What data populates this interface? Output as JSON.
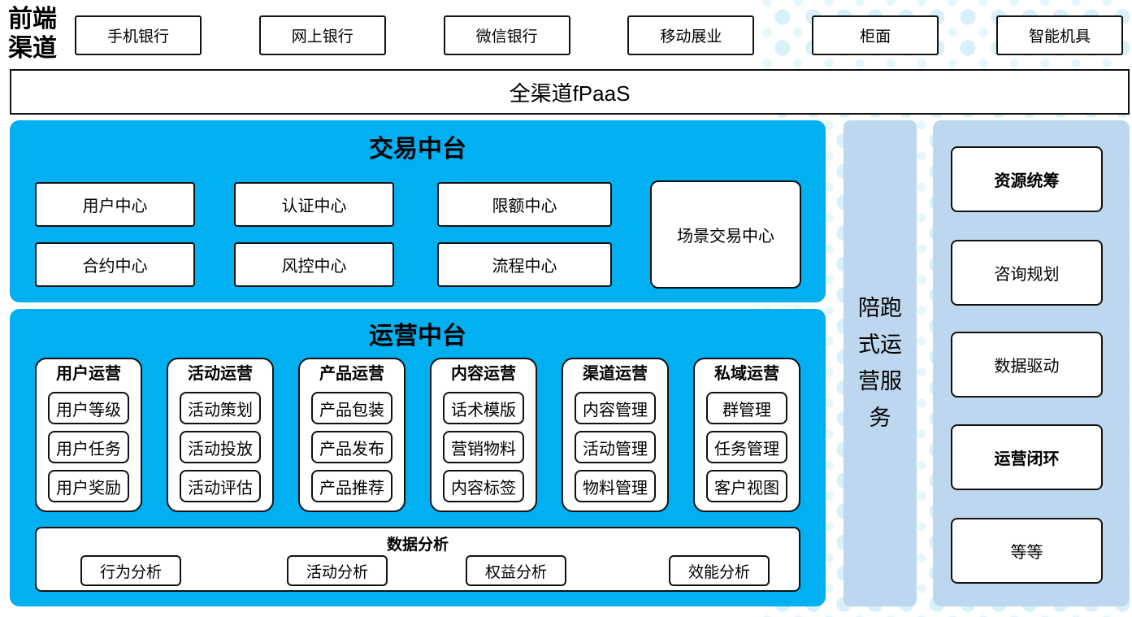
{
  "palette": {
    "accent_blue": "#00B0F0",
    "light_blue": "#BDD7EE",
    "dot_color": "#D7F0FA"
  },
  "front_channels": {
    "label": "前端渠道",
    "items": [
      "手机银行",
      "网上银行",
      "微信银行",
      "移动展业",
      "柜面",
      "智能机具"
    ]
  },
  "fpaas": {
    "label": "全渠道fPaaS"
  },
  "trade_platform": {
    "title": "交易中台",
    "centers": [
      "用户中心",
      "认证中心",
      "限额中心",
      "合约中心",
      "风控中心",
      "流程中心"
    ],
    "scenario_center": "场景交易中心"
  },
  "ops_platform": {
    "title": "运营中台",
    "columns": [
      {
        "title": "用户运营",
        "items": [
          "用户等级",
          "用户任务",
          "用户奖励"
        ]
      },
      {
        "title": "活动运营",
        "items": [
          "活动策划",
          "活动投放",
          "活动评估"
        ]
      },
      {
        "title": "产品运营",
        "items": [
          "产品包装",
          "产品发布",
          "产品推荐"
        ]
      },
      {
        "title": "内容运营",
        "items": [
          "话术模版",
          "营销物料",
          "内容标签"
        ]
      },
      {
        "title": "渠道运营",
        "items": [
          "内容管理",
          "活动管理",
          "物料管理"
        ]
      },
      {
        "title": "私域运营",
        "items": [
          "群管理",
          "任务管理",
          "客户视图"
        ]
      }
    ],
    "analytics": {
      "title": "数据分析",
      "items": [
        "行为分析",
        "活动分析",
        "权益分析",
        "效能分析"
      ]
    }
  },
  "companion_bar": {
    "label": "陪跑式运营服务"
  },
  "service_panel": {
    "items": [
      {
        "label": "资源统筹"
      },
      {
        "label": "咨询规划"
      },
      {
        "label": "数据驱动"
      },
      {
        "label": "运营闭环"
      },
      {
        "label": "等等"
      }
    ]
  }
}
